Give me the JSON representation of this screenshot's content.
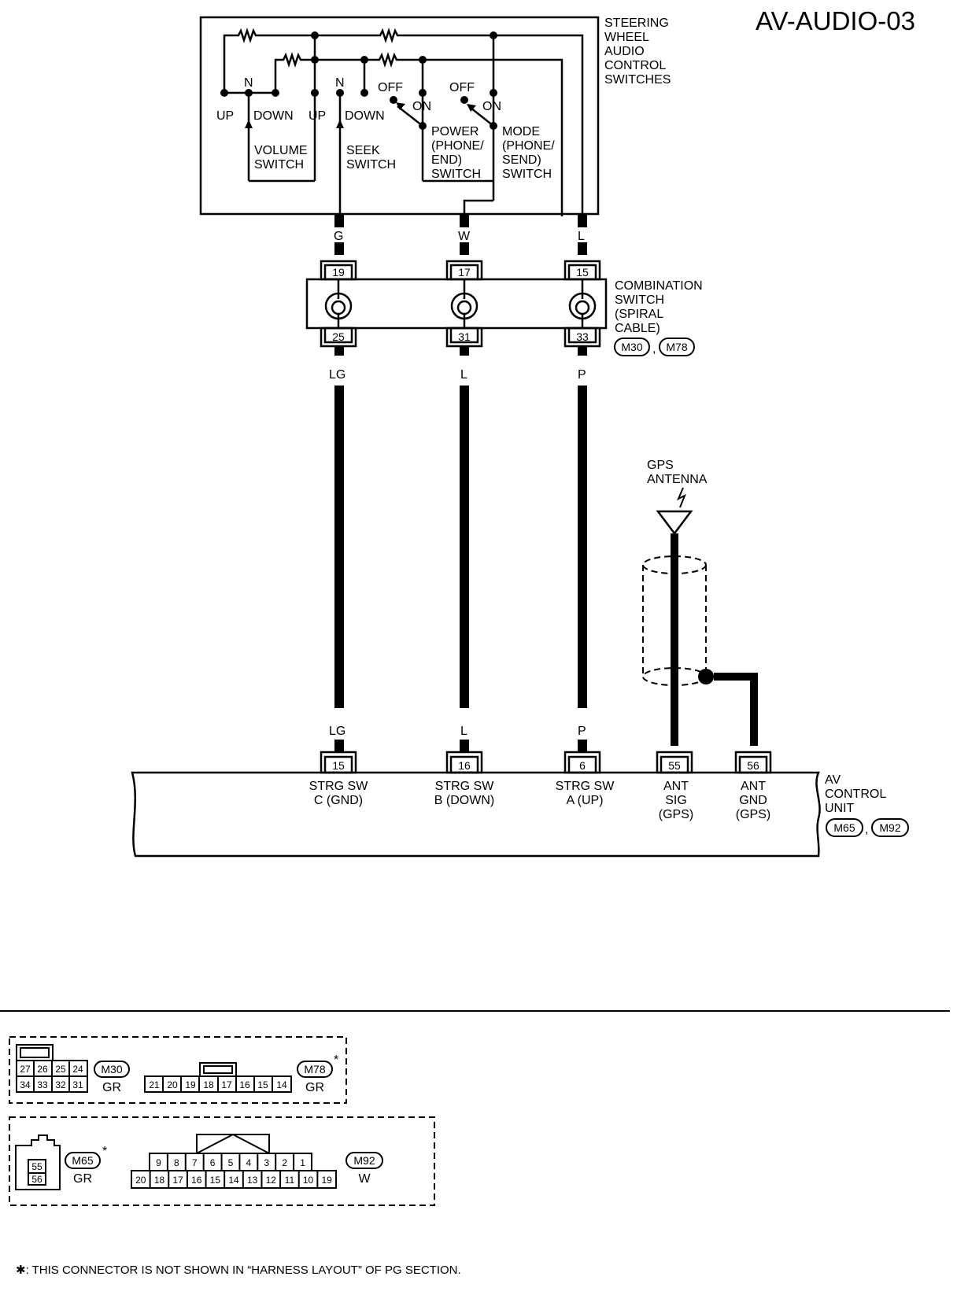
{
  "diagram_id": "AV-AUDIO-03",
  "steering_switch": {
    "title_lines": [
      "STEERING",
      "WHEEL",
      "AUDIO",
      "CONTROL",
      "SWITCHES"
    ],
    "volume": {
      "n": "N",
      "up": "UP",
      "down": "DOWN",
      "name_lines": [
        "VOLUME",
        "SWITCH"
      ]
    },
    "seek": {
      "n": "N",
      "up": "UP",
      "down": "DOWN",
      "name_lines": [
        "SEEK",
        "SWITCH"
      ]
    },
    "power": {
      "off": "OFF",
      "on": "ON",
      "name_lines": [
        "POWER",
        "(PHONE/",
        "END)",
        "SWITCH"
      ]
    },
    "mode": {
      "off": "OFF",
      "on": "ON",
      "name_lines": [
        "MODE",
        "(PHONE/",
        "SEND)",
        "SWITCH"
      ]
    }
  },
  "wires_top": [
    "G",
    "W",
    "L"
  ],
  "spiral_cable": {
    "pins_top": [
      "19",
      "17",
      "15"
    ],
    "pins_bottom": [
      "25",
      "31",
      "33"
    ],
    "label_lines": [
      "COMBINATION",
      "SWITCH",
      "(SPIRAL",
      "CABLE)"
    ],
    "connectors": [
      "M30",
      "M78"
    ]
  },
  "wires_mid_top": [
    "LG",
    "L",
    "P"
  ],
  "wires_mid_bottom": [
    "LG",
    "L",
    "P"
  ],
  "gps": {
    "label_lines": [
      "GPS",
      "ANTENNA"
    ]
  },
  "av_unit": {
    "label_lines": [
      "AV",
      "CONTROL",
      "UNIT"
    ],
    "connectors": [
      "M65",
      "M92"
    ],
    "pins": [
      {
        "pin": "15",
        "lines": [
          "STRG SW",
          "C (GND)"
        ]
      },
      {
        "pin": "16",
        "lines": [
          "STRG SW",
          "B (DOWN)"
        ]
      },
      {
        "pin": "6",
        "lines": [
          "STRG SW",
          "A (UP)"
        ]
      },
      {
        "pin": "55",
        "lines": [
          "ANT",
          "SIG",
          "(GPS)"
        ]
      },
      {
        "pin": "56",
        "lines": [
          "ANT",
          "GND",
          "(GPS)"
        ]
      }
    ]
  },
  "connector_views": {
    "m30": {
      "id": "M30",
      "color": "GR",
      "row1": [
        "27",
        "26",
        "25",
        "24"
      ],
      "row2": [
        "34",
        "33",
        "32",
        "31"
      ]
    },
    "m78": {
      "id": "M78",
      "color": "GR",
      "star": "*",
      "row": [
        "21",
        "20",
        "19",
        "18",
        "17",
        "16",
        "15",
        "14"
      ]
    },
    "m65": {
      "id": "M65",
      "color": "GR",
      "star": "*",
      "top": "55",
      "bottom": "56"
    },
    "m92": {
      "id": "M92",
      "color": "W",
      "row1": [
        "9",
        "8",
        "7",
        "6",
        "5",
        "4",
        "3",
        "2",
        "1"
      ],
      "row2": [
        "20",
        "18",
        "17",
        "16",
        "15",
        "14",
        "13",
        "12",
        "11",
        "10",
        "19"
      ]
    }
  },
  "footnote": "✱: THIS CONNECTOR IS NOT SHOWN IN “HARNESS LAYOUT” OF PG SECTION."
}
